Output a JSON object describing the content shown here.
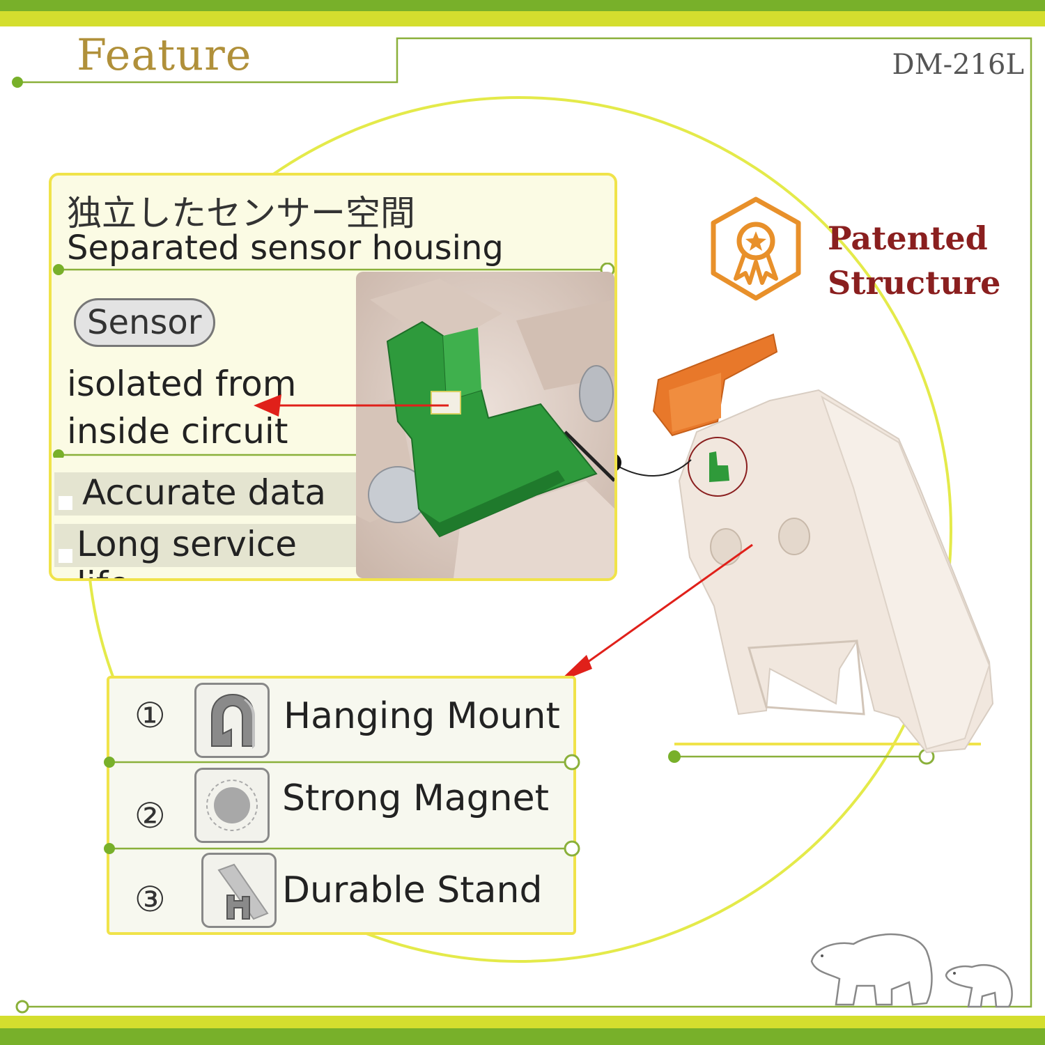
{
  "header": {
    "title": "Feature",
    "model": "DM-216L"
  },
  "sensor_panel": {
    "title_jp": "独立したセンサー空間",
    "title_en": "Separated sensor housing",
    "badge": "Sensor",
    "desc_line1": "isolated from",
    "desc_line2": "inside circuit",
    "benefits": [
      "Accurate data",
      "Long service life"
    ]
  },
  "patent": {
    "line1": "Patented",
    "line2": "Structure",
    "icon": "award-ribbon-icon"
  },
  "features": [
    {
      "num": "①",
      "label": "Hanging Mount",
      "icon": "hanging-mount-icon"
    },
    {
      "num": "②",
      "label": "Strong Magnet",
      "icon": "magnet-icon"
    },
    {
      "num": "③",
      "label": "Durable Stand",
      "icon": "stand-icon"
    }
  ],
  "colors": {
    "accent_green": "#78b02a",
    "accent_yellow": "#f0e34a",
    "title_gold": "#b0903a",
    "patent_red": "#8a1f1f",
    "patent_orange": "#e8902a",
    "arrow_red": "#e0201a"
  }
}
